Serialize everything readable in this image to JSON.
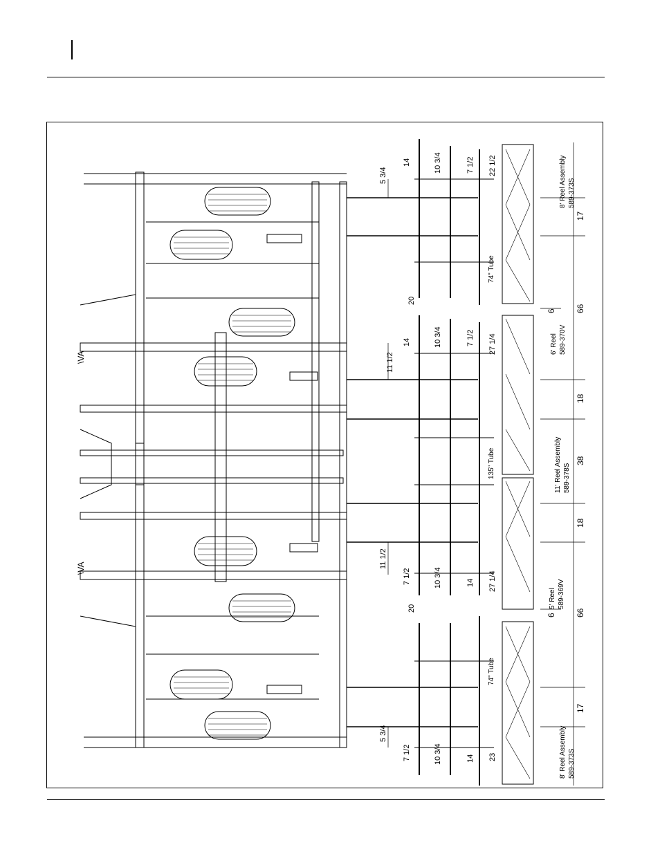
{
  "reels": [
    {
      "size": "8' Reel Assembly",
      "part": "589-373S"
    },
    {
      "size": "6' Reel",
      "part": "589-370V"
    },
    {
      "size": "11' Reel Assembly",
      "part": "589-378S"
    },
    {
      "size": "5' Reel",
      "part": "589-369V"
    },
    {
      "size": "8' Reel Assembly",
      "part": "589-373S"
    }
  ],
  "tubes": [
    "74\" Tube",
    "135\" Tube",
    "74\" Tube"
  ],
  "bottom_dims": [
    "17",
    "6",
    "66",
    "18",
    "38",
    "18",
    "6",
    "66",
    "17"
  ],
  "left_dims": [
    "5 3/4",
    "11 1/2",
    "11 1/2",
    "5 3/4"
  ],
  "gap_dims": [
    "20",
    "20"
  ],
  "bar_dims": {
    "upper": [
      "14",
      "10 3/4",
      "7 1/2",
      "22 1/2"
    ],
    "middle": [
      "14",
      "10 3/4",
      "7 1/2",
      "27 1/4"
    ],
    "lower_b": [
      "7 1/2",
      "10 3/4",
      "14",
      "27 1/4"
    ],
    "lower": [
      "7 1/2",
      "10 3/4",
      "14",
      "23"
    ]
  },
  "side_marks": [
    "\\VA",
    "\\VA"
  ]
}
